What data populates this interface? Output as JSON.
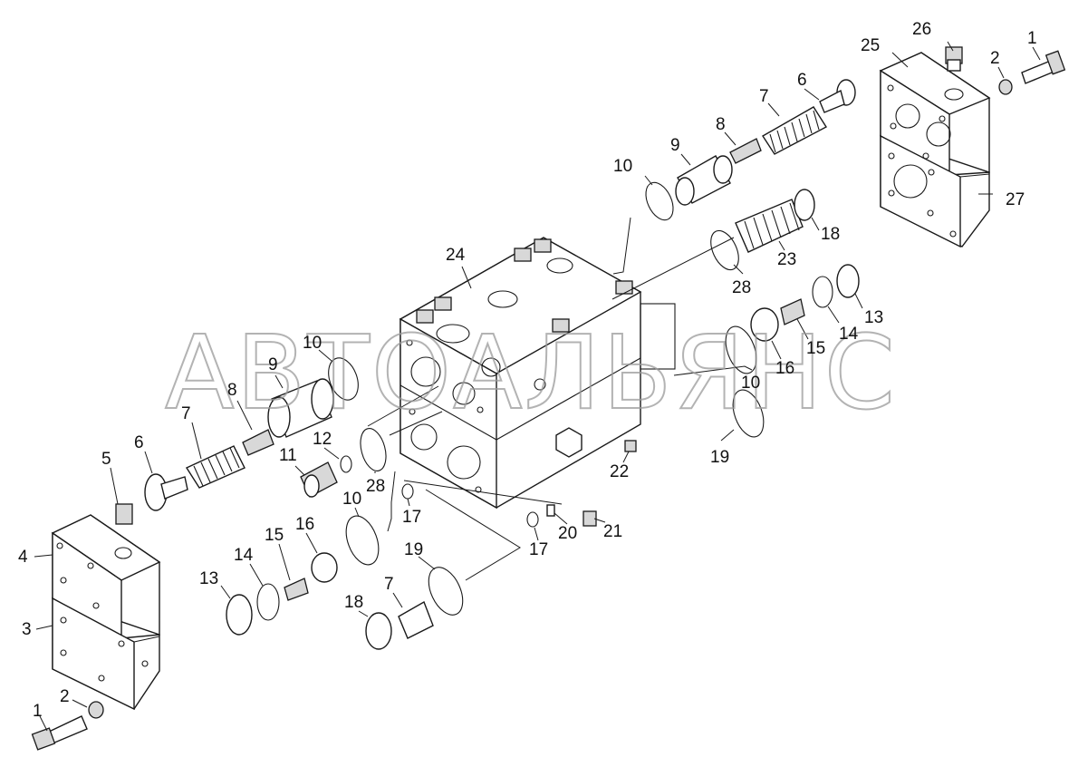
{
  "watermark": "АВТОАЛЬЯНС",
  "callouts": [
    {
      "id": "c-26",
      "text": "26"
    },
    {
      "id": "c-25",
      "text": "25"
    },
    {
      "id": "c-1a",
      "text": "1"
    },
    {
      "id": "c-2a",
      "text": "2"
    },
    {
      "id": "c-6a",
      "text": "6"
    },
    {
      "id": "c-7a",
      "text": "7"
    },
    {
      "id": "c-8a",
      "text": "8"
    },
    {
      "id": "c-9a",
      "text": "9"
    },
    {
      "id": "c-10a",
      "text": "10"
    },
    {
      "id": "c-27",
      "text": "27"
    },
    {
      "id": "c-18a",
      "text": "18"
    },
    {
      "id": "c-23",
      "text": "23"
    },
    {
      "id": "c-28a",
      "text": "28"
    },
    {
      "id": "c-24",
      "text": "24"
    },
    {
      "id": "c-13a",
      "text": "13"
    },
    {
      "id": "c-14a",
      "text": "14"
    },
    {
      "id": "c-15a",
      "text": "15"
    },
    {
      "id": "c-16a",
      "text": "16"
    },
    {
      "id": "c-10b",
      "text": "10"
    },
    {
      "id": "c-19a",
      "text": "19"
    },
    {
      "id": "c-10c",
      "text": "10"
    },
    {
      "id": "c-9b",
      "text": "9"
    },
    {
      "id": "c-8b",
      "text": "8"
    },
    {
      "id": "c-7b",
      "text": "7"
    },
    {
      "id": "c-6b",
      "text": "6"
    },
    {
      "id": "c-5",
      "text": "5"
    },
    {
      "id": "c-12",
      "text": "12"
    },
    {
      "id": "c-11",
      "text": "11"
    },
    {
      "id": "c-28b",
      "text": "28"
    },
    {
      "id": "c-10d",
      "text": "10"
    },
    {
      "id": "c-17a",
      "text": "17"
    },
    {
      "id": "c-22",
      "text": "22"
    },
    {
      "id": "c-20",
      "text": "20"
    },
    {
      "id": "c-21",
      "text": "21"
    },
    {
      "id": "c-17b",
      "text": "17"
    },
    {
      "id": "c-4",
      "text": "4"
    },
    {
      "id": "c-3",
      "text": "3"
    },
    {
      "id": "c-13b",
      "text": "13"
    },
    {
      "id": "c-14b",
      "text": "14"
    },
    {
      "id": "c-15b",
      "text": "15"
    },
    {
      "id": "c-16b",
      "text": "16"
    },
    {
      "id": "c-19b",
      "text": "19"
    },
    {
      "id": "c-7c",
      "text": "7"
    },
    {
      "id": "c-18b",
      "text": "18"
    },
    {
      "id": "c-1b",
      "text": "1"
    },
    {
      "id": "c-2b",
      "text": "2"
    }
  ]
}
